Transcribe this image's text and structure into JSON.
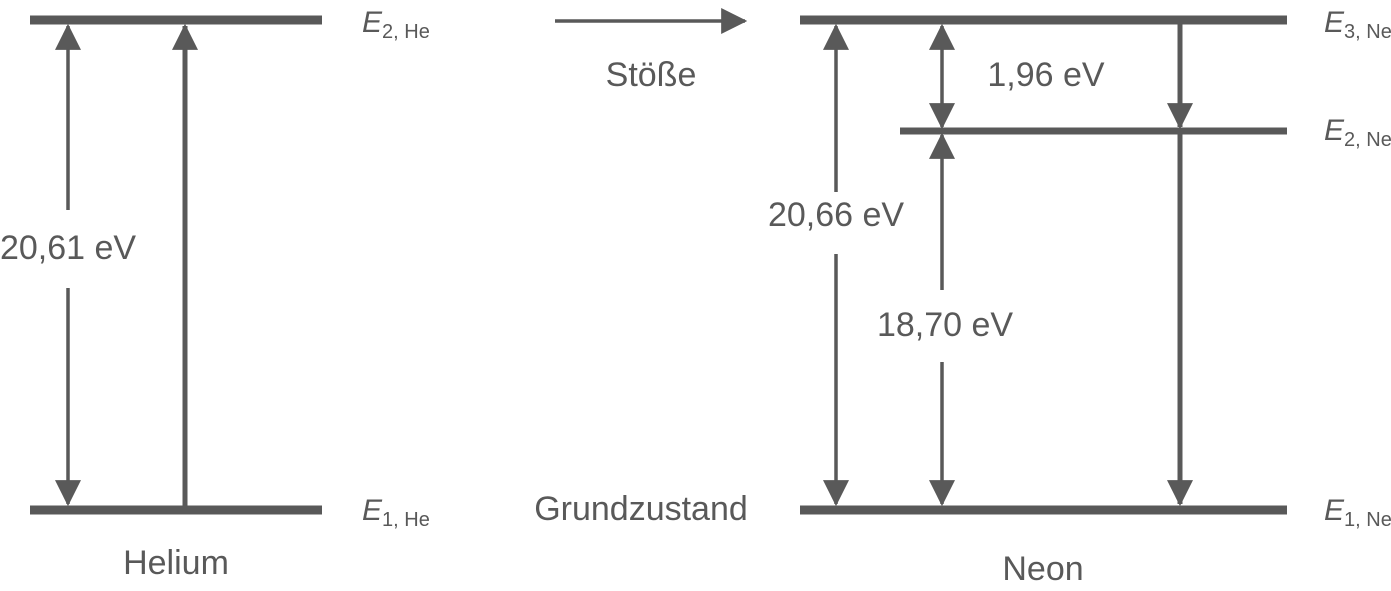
{
  "diagram": {
    "colors": {
      "line": "#595959",
      "background": "#ffffff"
    },
    "helium": {
      "name": "Helium",
      "gap_label": "20,61 eV",
      "level_upper": {
        "symbol": "E",
        "subscript": "2, He"
      },
      "level_lower": {
        "symbol": "E",
        "subscript": "1, He"
      }
    },
    "collision": {
      "label": "Stöße"
    },
    "ground_state": {
      "label": "Grundzustand"
    },
    "neon": {
      "name": "Neon",
      "gap_total_label": "20,66 eV",
      "gap_upper_label": "1,96 eV",
      "gap_lower_label": "18,70 eV",
      "level_3": {
        "symbol": "E",
        "subscript": "3, Ne"
      },
      "level_2": {
        "symbol": "E",
        "subscript": "2, Ne"
      },
      "level_1": {
        "symbol": "E",
        "subscript": "1, Ne"
      }
    }
  }
}
